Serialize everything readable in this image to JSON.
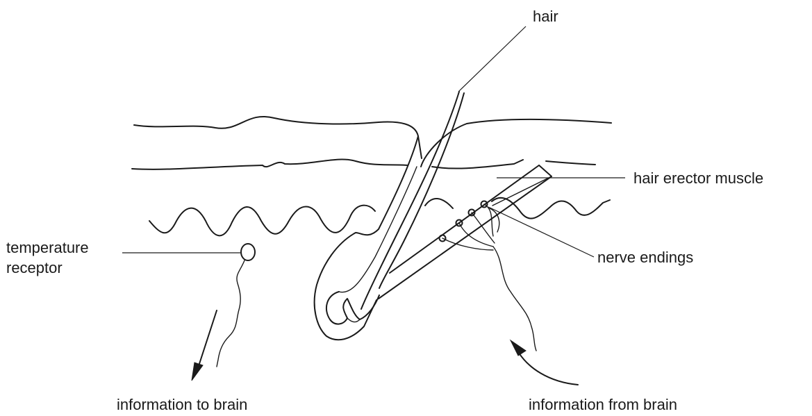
{
  "diagram": {
    "labels": {
      "hair": "hair",
      "hair_erector_muscle": "hair erector muscle",
      "temperature_receptor_line1": "temperature",
      "temperature_receptor_line2": "receptor",
      "nerve_endings": "nerve endings",
      "information_to_brain": "information to brain",
      "information_from_brain": "information from brain"
    },
    "colors": {
      "ink": "#1a1a1a",
      "background": "#ffffff"
    }
  }
}
